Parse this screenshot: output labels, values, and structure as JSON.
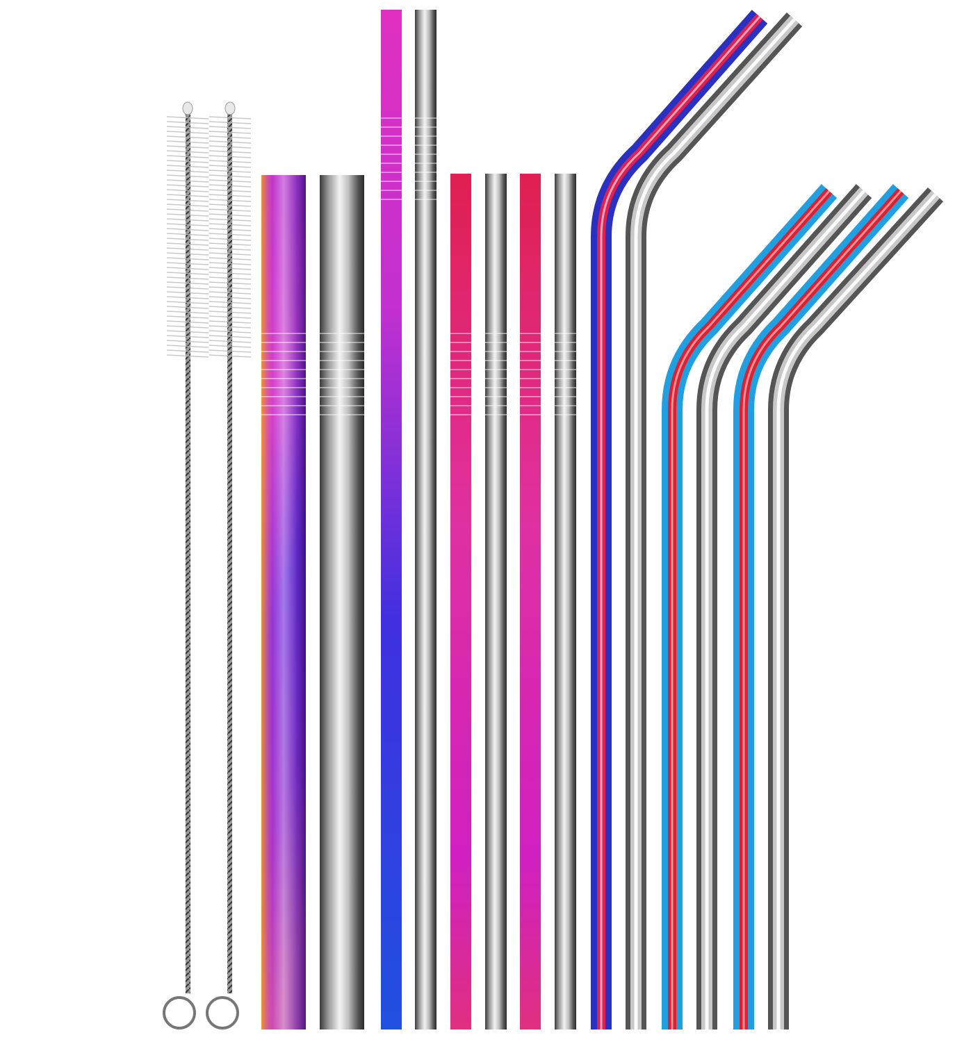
{
  "product": {
    "items": [
      {
        "kind": "cleaning-brush",
        "finish": "silver"
      },
      {
        "kind": "cleaning-brush",
        "finish": "silver"
      },
      {
        "kind": "wide-straight-straw",
        "finish": "rainbow"
      },
      {
        "kind": "wide-straight-straw",
        "finish": "silver"
      },
      {
        "kind": "long-straight-straw",
        "finish": "rainbow"
      },
      {
        "kind": "long-straight-straw",
        "finish": "silver"
      },
      {
        "kind": "straight-straw",
        "finish": "rainbow-red"
      },
      {
        "kind": "straight-straw",
        "finish": "silver"
      },
      {
        "kind": "straight-straw",
        "finish": "rainbow-red"
      },
      {
        "kind": "straight-straw",
        "finish": "silver"
      },
      {
        "kind": "long-bent-straw",
        "finish": "rainbow"
      },
      {
        "kind": "long-bent-straw",
        "finish": "silver"
      },
      {
        "kind": "bent-straw",
        "finish": "rainbow-cyan"
      },
      {
        "kind": "bent-straw",
        "finish": "silver"
      },
      {
        "kind": "bent-straw",
        "finish": "rainbow-cyan"
      },
      {
        "kind": "bent-straw",
        "finish": "silver"
      }
    ]
  },
  "colors": {
    "background": "#ffffff",
    "silver_dark": "#4a4a4a",
    "silver_light": "#f2f2f2",
    "rainbow": [
      "#f0a020",
      "#c020c0",
      "#6020d0",
      "#2040e0",
      "#20c0e0",
      "#e02040"
    ]
  }
}
